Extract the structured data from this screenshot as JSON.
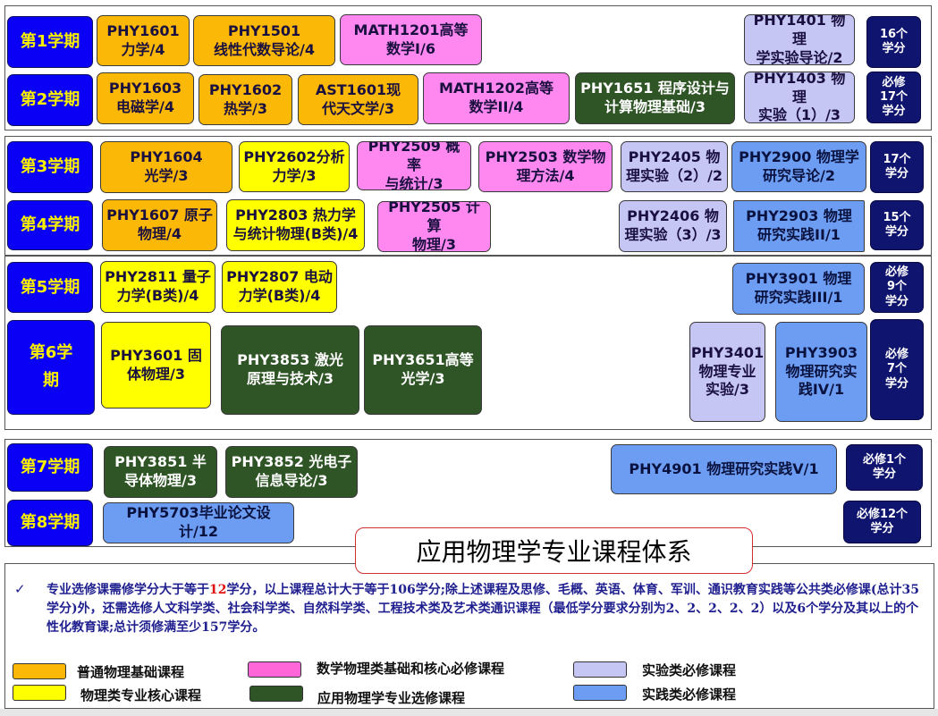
{
  "title": "应用物理学专业课程体系",
  "semesters": [
    {
      "label": "第1学期"
    },
    {
      "label": "第2学期"
    },
    {
      "label": "第3学期"
    },
    {
      "label": "第4学期"
    },
    {
      "label": "第5学期"
    },
    {
      "label": "第6学\n期"
    },
    {
      "label": "第7学期"
    },
    {
      "label": "第8学期"
    }
  ],
  "credits": [
    {
      "text": "16个\n学分"
    },
    {
      "text": "必修\n17个\n学分"
    },
    {
      "text": "17个\n学分"
    },
    {
      "text": "15个\n学分"
    },
    {
      "text": "必修\n9个\n学分"
    },
    {
      "text": "必修\n7个\n学分"
    },
    {
      "text": "必修1个\n学分"
    },
    {
      "text": "必修12个\n学分"
    }
  ],
  "courses": [
    {
      "text": "PHY1601\n力学/4",
      "category": "普通物理基础课程"
    },
    {
      "text": "PHY1501\n线性代数导论/4",
      "category": "普通物理基础课程"
    },
    {
      "text": "MATH1201高等\n数学I/6",
      "category": "数学物理类基础和核心必修课程"
    },
    {
      "text": "PHY1401 物理\n学实验导论/2",
      "category": "实验类必修课程"
    },
    {
      "text": "PHY1603\n电磁学/4",
      "category": "普通物理基础课程"
    },
    {
      "text": "PHY1602\n热学/3",
      "category": "普通物理基础课程"
    },
    {
      "text": "AST1601现\n代天文学/3",
      "category": "普通物理基础课程"
    },
    {
      "text": "MATH1202高等\n数学II/4",
      "category": "数学物理类基础和核心必修课程"
    },
    {
      "text": "PHY1651 程序设计与\n计算物理基础/3",
      "category": "应用物理学专业选修课程"
    },
    {
      "text": "PHY1403 物理\n实验（1）/3",
      "category": "实验类必修课程"
    },
    {
      "text": "PHY1604\n光学/3",
      "category": "普通物理基础课程"
    },
    {
      "text": "PHY2602分析\n力学/3",
      "category": "物理类专业核心课程"
    },
    {
      "text": "PHY2509 概率\n与统计/3",
      "category": "数学物理类基础和核心必修课程"
    },
    {
      "text": "PHY2503 数学物\n理方法/4",
      "category": "数学物理类基础和核心必修课程"
    },
    {
      "text": "PHY2405 物\n理实验（2）/2",
      "category": "实验类必修课程"
    },
    {
      "text": "PHY2900 物理学\n研究导论/2",
      "category": "实践类必修课程"
    },
    {
      "text": "PHY1607  原子\n物理/4",
      "category": "普通物理基础课程"
    },
    {
      "text": "PHY2803 热力学\n与统计物理(B类)/4",
      "category": "物理类专业核心课程"
    },
    {
      "text": "PHY2505 计算\n物理/3",
      "category": "数学物理类基础和核心必修课程"
    },
    {
      "text": "PHY2406 物\n理实验（3）/3",
      "category": "实验类必修课程"
    },
    {
      "text": "PHY2903 物理\n研究实践II/1",
      "category": "实践类必修课程"
    },
    {
      "text": "PHY2811 量子\n力学(B类)/4",
      "category": "物理类专业核心课程"
    },
    {
      "text": "PHY2807 电动\n力学(B类)/4",
      "category": "物理类专业核心课程"
    },
    {
      "text": "PHY3901 物理\n研究实践III/1",
      "category": "实践类必修课程"
    },
    {
      "text": "PHY3601 固\n体物理/3",
      "category": "物理类专业核心课程"
    },
    {
      "text": "PHY3853 激光\n原理与技术/3",
      "category": "应用物理学专业选修课程"
    },
    {
      "text": "PHY3651高等\n光学/3",
      "category": "应用物理学专业选修课程"
    },
    {
      "text": "PHY3401\n物理专业\n实验/3",
      "category": "实验类必修课程"
    },
    {
      "text": "PHY3903\n物理研究实\n践IV/1",
      "category": "实践类必修课程"
    },
    {
      "text": "PHY3851 半\n导体物理/3",
      "category": "应用物理学专业选修课程"
    },
    {
      "text": "PHY3852 光电子\n信息导论/3",
      "category": "应用物理学专业选修课程"
    },
    {
      "text": "PHY4901 物理研究实践V/1",
      "category": "实践类必修课程"
    },
    {
      "text": "PHY5703毕业论文设计/12",
      "category": "实践类必修课程"
    }
  ],
  "note": {
    "check": "✓",
    "part1": "专业选修课需修学分大于等于",
    "highlight": "12",
    "part2": "学分，以上课程总计大于等于106学分;除上述课程及思修、毛概、英语、体育、军训、通识教育实践等公共类必修课(总计35学分)外，还需选修人文科学类、社会科学类、自然科学类、工程技术类及艺术类通识课程（最低学分要求分别为2、2、2、2、2）以及6个学分及其以上的个性化教育课;总计须修满至少157学分。"
  },
  "legend": [
    {
      "label": "普通物理基础课程",
      "color": "#fcb806"
    },
    {
      "label": "数学物理类基础和核心必修课程",
      "color": "#ff66d8"
    },
    {
      "label": "实验类必修课程",
      "color": "#c6c6f4"
    },
    {
      "label": "物理类专业核心课程",
      "color": "#ffff00"
    },
    {
      "label": "应用物理学专业选修课程",
      "color": "#2f5425"
    },
    {
      "label": "实践类必修课程",
      "color": "#6d9df2"
    }
  ]
}
